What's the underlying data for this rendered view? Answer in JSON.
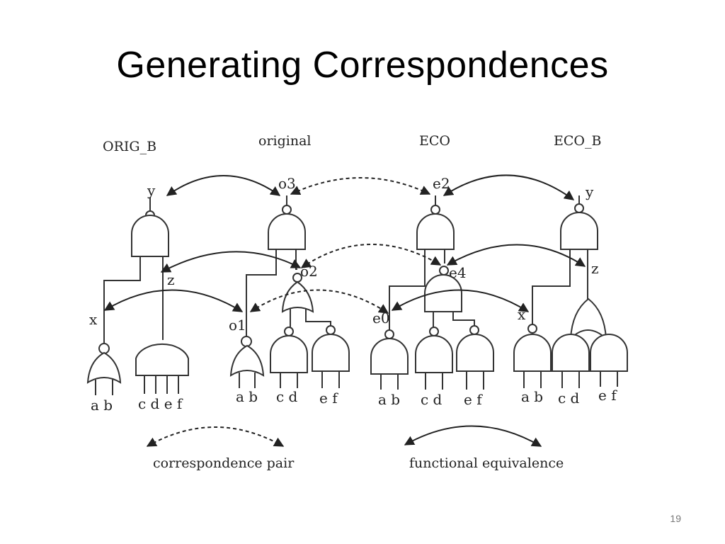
{
  "slide": {
    "title": "Generating Correspondences",
    "page_number": "19"
  },
  "diagram": {
    "sections": [
      "ORIG_B",
      "original",
      "ECO",
      "ECO_B"
    ],
    "signals": {
      "orig_b_y": "y",
      "orig_b_z": "z",
      "orig_b_x": "x",
      "o3": "o3",
      "o2": "o2",
      "o1": "o1",
      "e2": "e2",
      "e4": "e4",
      "e0": "e0",
      "eco_b_y": "y",
      "eco_b_z": "z",
      "eco_b_x": "x"
    },
    "inputs": {
      "orig_b_1": "a b",
      "orig_b_2": "c d e f",
      "original_1": "a b",
      "original_2": "c d",
      "original_3": "e f",
      "eco_1": "a b",
      "eco_2": "c d",
      "eco_3": "e f",
      "eco_b_1": "a b",
      "eco_b_2": "c d",
      "eco_b_3": "e f"
    },
    "legend": {
      "dashed": "correspondence pair",
      "solid": "functional equivalence"
    }
  }
}
